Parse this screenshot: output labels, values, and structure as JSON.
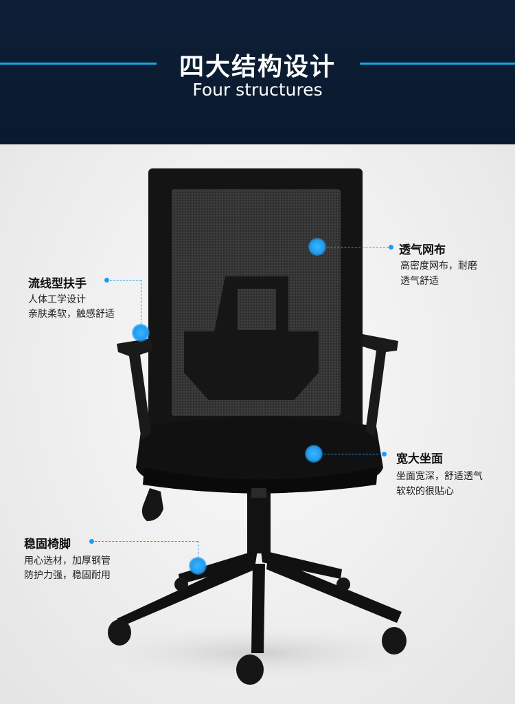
{
  "header": {
    "title": "四大结构设计",
    "subtitle": "Four structures",
    "accent_color": "#1aa7e6",
    "background_color": "#0b1c31"
  },
  "features": [
    {
      "title": "透气网布",
      "desc_line1": "高密度网布，耐磨",
      "desc_line2": "透气舒适"
    },
    {
      "title": "流线型扶手",
      "desc_line1": "人体工学设计",
      "desc_line2": "亲肤柔软，触感舒适"
    },
    {
      "title": "宽大坐面",
      "desc_line1": "坐面宽深，舒适透气",
      "desc_line2": "软软的很贴心"
    },
    {
      "title": "稳固椅脚",
      "desc_line1": "用心选材，加厚钢管",
      "desc_line2": "防护力强，稳固耐用"
    }
  ],
  "product_image": {
    "subject": "office-chair-photo",
    "hotspot_color": "#1f9bf0"
  }
}
